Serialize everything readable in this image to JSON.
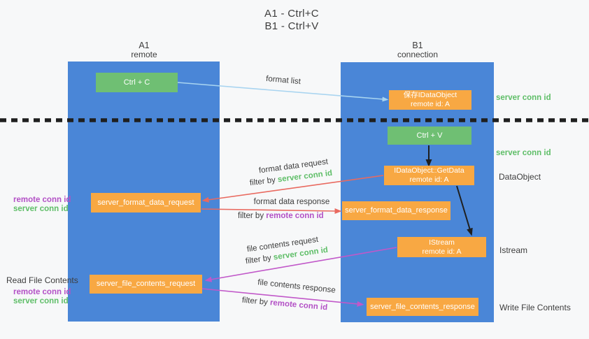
{
  "title": {
    "line1": "A1 - Ctrl+C",
    "line2": "B1 - Ctrl+V"
  },
  "lanes": {
    "a1": {
      "name": "A1",
      "subtitle": "remote"
    },
    "b1": {
      "name": "B1",
      "subtitle": "connection"
    }
  },
  "nodes": {
    "ctrl_c": {
      "label": "Ctrl + C"
    },
    "ctrl_v": {
      "label": "Ctrl + V"
    },
    "save_dataobject": {
      "line1": "保存IDataObject",
      "line2": "remote id: A"
    },
    "getdata": {
      "line1": "IDataObject::GetData",
      "line2": "remote id: A"
    },
    "istream": {
      "line1": "IStream",
      "line2": "remote id: A"
    },
    "format_request": {
      "label": "server_format_data_request"
    },
    "format_response": {
      "label": "server_format_data_response"
    },
    "file_request": {
      "label": "server_file_contents_request"
    },
    "file_response": {
      "label": "server_file_contents_response"
    }
  },
  "flow_labels": {
    "format_list": "format list",
    "format_data_request": "format data request",
    "format_data_response": "format data response",
    "file_contents_request": "file contents request",
    "file_contents_response": "file contents response",
    "filter_prefix": "filter by ",
    "server_conn_id": "server conn id",
    "remote_conn_id": "remote conn id"
  },
  "side_labels": {
    "right_server_conn_id_top": "server conn id",
    "right_server_conn_id_mid": "server conn id",
    "right_dataobject": "DataObject",
    "right_istream": "Istream",
    "right_write_file_contents": "Write File Contents",
    "left_remote_conn_id_1": "remote conn id",
    "left_server_conn_id_1": "server conn id",
    "left_read_file_contents": "Read File Contents",
    "left_remote_conn_id_2": "remote conn id",
    "left_server_conn_id_2": "server conn id"
  },
  "colors": {
    "lane_blue": "#4a86d7",
    "node_green": "#6fbf73",
    "node_orange": "#f8a843",
    "arrow_light_blue": "#a8d4f0",
    "arrow_red": "#e96a60",
    "arrow_magenta": "#c158c9",
    "arrow_black": "#1f1f1f",
    "label_green": "#5fbe68",
    "label_purple": "#b351c6",
    "text_dark": "#3d3d3d",
    "background": "#f7f8f9"
  }
}
